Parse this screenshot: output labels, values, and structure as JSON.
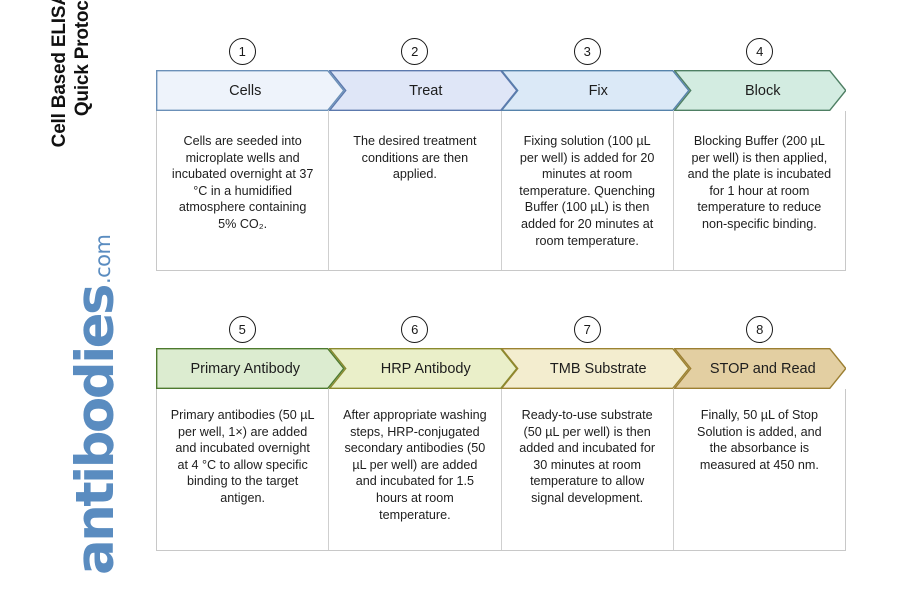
{
  "title": "Cell Based ELISA Kits\nQuick Protocol",
  "logo": {
    "word": "antibodies",
    "suffix": ".com",
    "color": "#5a8cc0"
  },
  "rows": [
    {
      "name": "row-1",
      "steps": [
        {
          "number": "1",
          "label": "Cells",
          "body": "Cells are seeded into microplate wells and incubated overnight at 37 °C in a humidified atmosphere containing 5% CO₂.",
          "fill": "#eef3fb",
          "stroke": "#6b90b8"
        },
        {
          "number": "2",
          "label": "Treat",
          "body": "The desired treatment conditions are then applied.",
          "fill": "#dfe6f7",
          "stroke": "#5c79ad"
        },
        {
          "number": "3",
          "label": "Fix",
          "body": "Fixing solution (100 µL per well) is added for 20 minutes at room temperature. Quenching Buffer (100 µL) is then added for 20 minutes at room temperature.",
          "fill": "#dbe9f7",
          "stroke": "#5683ab"
        },
        {
          "number": "4",
          "label": "Block",
          "body": "Blocking Buffer (200 µL per well) is then applied, and the plate is incubated for 1 hour at room temperature to reduce non-specific binding.",
          "fill": "#d3ece1",
          "stroke": "#4e7f63"
        }
      ]
    },
    {
      "name": "row-2",
      "steps": [
        {
          "number": "5",
          "label": "Primary Antibody",
          "body": "Primary antibodies (50 µL per well, 1×) are added and incubated overnight at 4 °C to allow specific binding to the target antigen.",
          "fill": "#dcecd0",
          "stroke": "#4e7a2e"
        },
        {
          "number": "6",
          "label": "HRP Antibody",
          "body": "After appropriate washing steps, HRP-conjugated secondary antibodies (50 µL per well) are added and incubated for 1.5 hours at room temperature.",
          "fill": "#eaefc9",
          "stroke": "#8a8a2e"
        },
        {
          "number": "7",
          "label": "TMB Substrate",
          "body": "Ready-to-use substrate (50 µL per well) is then added and incubated for 30 minutes at room temperature to allow signal development.",
          "fill": "#f3edcf",
          "stroke": "#9c8331"
        },
        {
          "number": "8",
          "label": "STOP and Read",
          "body": "Finally, 50 µL of Stop Solution is added, and the absorbance is measured at 450 nm.",
          "fill": "#e3cfa2",
          "stroke": "#9c7f32"
        }
      ]
    }
  ]
}
